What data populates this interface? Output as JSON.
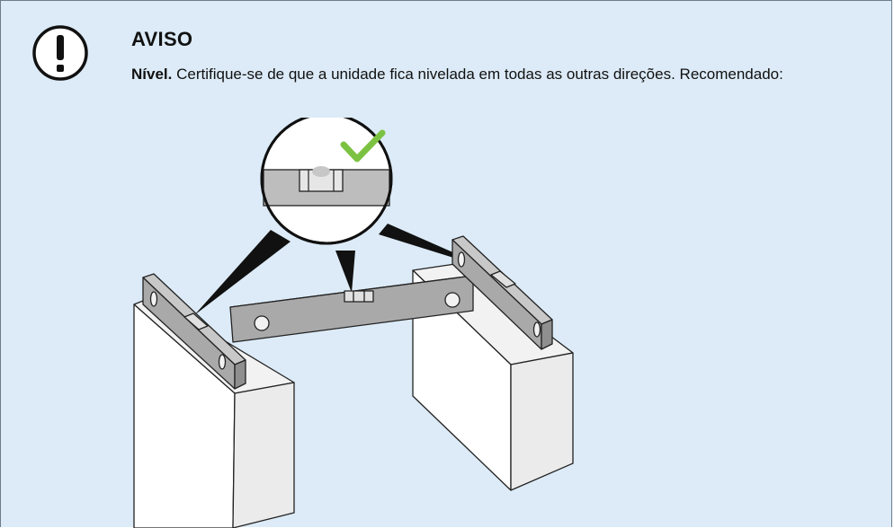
{
  "notice": {
    "title": "AVISO",
    "lead": "Nível.",
    "text": "Certifique-se de que a unidade fica nivelada em todas as outras direções. Recomendado:",
    "icon": "exclamation-icon",
    "background_color": "#dcebf7",
    "check_color": "#7cc242"
  }
}
